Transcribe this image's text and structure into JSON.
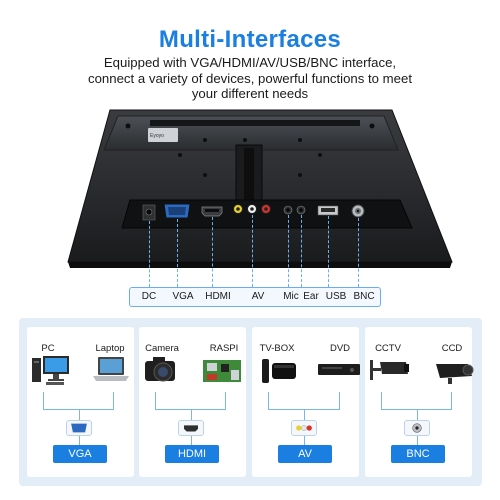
{
  "header": {
    "title": "Multi-Interfaces",
    "subtitle_lines": [
      "Equipped with VGA/HDMI/AV/USB/BNC interface,",
      "connect a variety of devices, powerful functions to meet",
      "your different needs"
    ]
  },
  "monitor": {
    "brand": "Eyoyo"
  },
  "ports": [
    "DC",
    "VGA",
    "HDMI",
    "AV",
    "Mic",
    "Ear",
    "USB",
    "BNC"
  ],
  "groups": [
    {
      "type": "VGA",
      "devices": [
        "PC",
        "Laptop"
      ]
    },
    {
      "type": "HDMI",
      "devices": [
        "Camera",
        "RASPI"
      ]
    },
    {
      "type": "AV",
      "devices": [
        "TV-BOX",
        "DVD"
      ]
    },
    {
      "type": "BNC",
      "devices": [
        "CCTV",
        "CCD"
      ]
    }
  ],
  "colors": {
    "accent": "#1a7fe0",
    "panel": "#e3edf8",
    "line": "#7ab6ee"
  }
}
